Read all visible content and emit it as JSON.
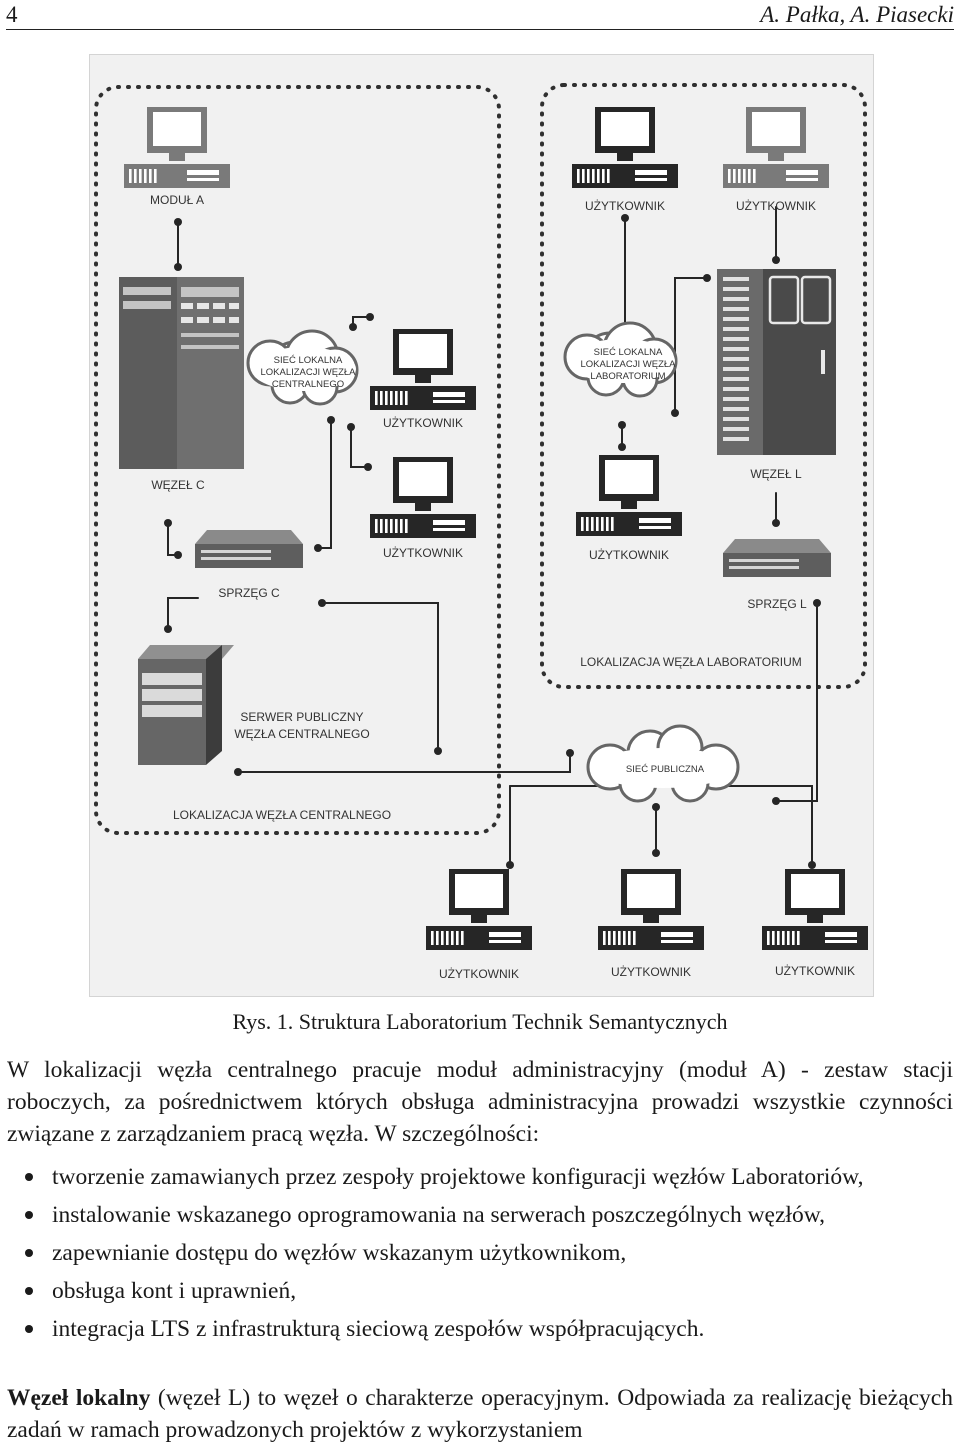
{
  "header": {
    "page_number": "4",
    "authors": "A. Pałka, A. Piasecki"
  },
  "figure": {
    "labels": {
      "modul_a": "MODUŁ A",
      "wezel_c": "WĘZEŁ C",
      "siec_lokalna_c": [
        "SIEĆ LOKALNA",
        "LOKALIZACJI WĘZŁA",
        "CENTRALNEGO"
      ],
      "uzytkownik": "UŻYTKOWNIK",
      "sprzeg_c": "SPRZĘG C",
      "serwer_publiczny": [
        "SERWER PUBLICZNY",
        "WĘZŁA CENTRALNEGO"
      ],
      "lokalizacja_centralnego": "LOKALIZACJA WĘZŁA CENTRALNEGO",
      "siec_lokalna_lab": [
        "SIEĆ LOKALNA",
        "LOKALIZACJI WĘZŁA",
        "LABORATORIUM"
      ],
      "wezel_l": "WĘZEŁ L",
      "sprzeg_l": "SPRZĘG L",
      "lokalizacja_laboratorium": "LOKALIZACJA WĘZŁA LABORATORIUM",
      "siec_publiczna": "SIEĆ PUBLICZNA"
    }
  },
  "caption": "Rys. 1. Struktura Laboratorium Technik Semantycznych",
  "paragraph1": "W lokalizacji węzła centralnego pracuje moduł administracyjny (moduł A) - zestaw stacji roboczych, za pośrednictwem których obsługa administracyjna prowadzi wszystkie czynności związane z zarządzaniem pracą węzła. W szczególności:",
  "bullets": [
    "tworzenie zamawianych przez zespoły projektowe konfiguracji węzłów Laboratoriów,",
    "instalowanie wskazanego oprogramowania na serwerach poszczególnych węzłów,",
    "zapewnianie dostępu do węzłów wskazanym użytkownikom,",
    "obsługa kont i uprawnień,",
    "integracja LTS z infrastrukturą sieciową zespołów współpracujących."
  ],
  "paragraph2": {
    "run_in": "Węzeł lokalny",
    "text": " (węzeł L) to węzeł o charakterze operacyjnym. Odpowiada za realizację bieżących zadań w ramach prowadzonych projektów z wykorzystaniem"
  }
}
